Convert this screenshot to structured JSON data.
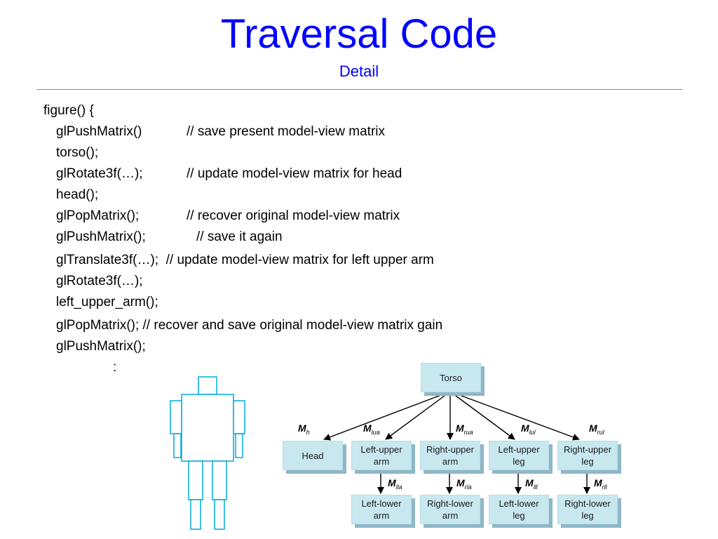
{
  "header": {
    "title": "Traversal Code",
    "subtitle": "Detail"
  },
  "code": {
    "lines": [
      "figure() {",
      "glPushMatrix()",
      "torso();",
      "glRotate3f(…);",
      "head();",
      "glPopMatrix();",
      "glPushMatrix();",
      "glTranslate3f(…);  // update model-view matrix for left upper arm",
      "glRotate3f(…);",
      "left_upper_arm();",
      "glPopMatrix(); // recover and save original model-view matrix gain",
      "glPushMatrix();",
      ":"
    ],
    "comments": [
      "// save present model-view matrix",
      "// update model-view matrix for head",
      "// recover original model-view matrix",
      "// save it again"
    ]
  },
  "tree": {
    "root": "Torso",
    "children": [
      "Head",
      "Left-upper\narm",
      "Right-upper\narm",
      "Left-upper\nleg",
      "Right-upper\nleg"
    ],
    "grandchildren": [
      "Left-lower\narm",
      "Right-lower\narm",
      "Left-lower\nleg",
      "Right-lower\nleg"
    ],
    "edge_labels": {
      "top": [
        {
          "m": "M",
          "sub": "h"
        },
        {
          "m": "M",
          "sub": "lua"
        },
        {
          "m": "M",
          "sub": "rua"
        },
        {
          "m": "M",
          "sub": "lul"
        },
        {
          "m": "M",
          "sub": "rul"
        }
      ],
      "bottom": [
        {
          "m": "M",
          "sub": "lla"
        },
        {
          "m": "M",
          "sub": "rla"
        },
        {
          "m": "M",
          "sub": "lll"
        },
        {
          "m": "M",
          "sub": "rll"
        }
      ]
    }
  },
  "colors": {
    "title": "#0000ff",
    "rule": "#ef5a5a",
    "figure_stroke": "#00aadd",
    "node_fill": "#c8e8f0",
    "node_shadow": "#8fb7c6"
  }
}
